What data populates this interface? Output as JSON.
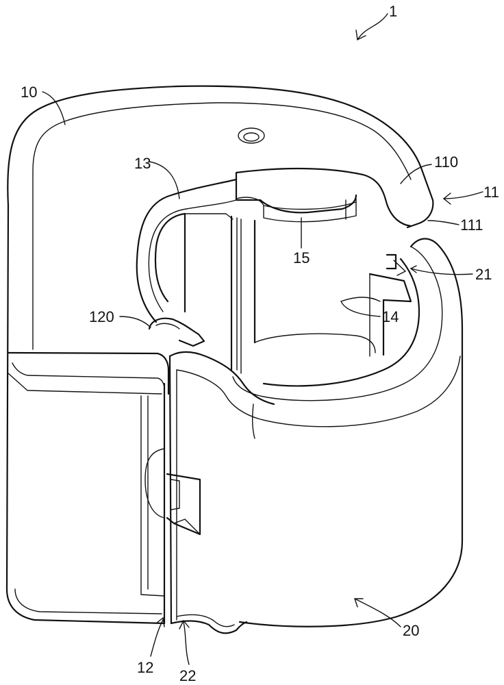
{
  "figure": {
    "labels": {
      "l1": "1",
      "l10": "10",
      "l11": "11",
      "l12": "12",
      "l13": "13",
      "l14": "14",
      "l15": "15",
      "l20": "20",
      "l21": "21",
      "l22": "22",
      "l110": "110",
      "l111": "111",
      "l120": "120"
    }
  }
}
